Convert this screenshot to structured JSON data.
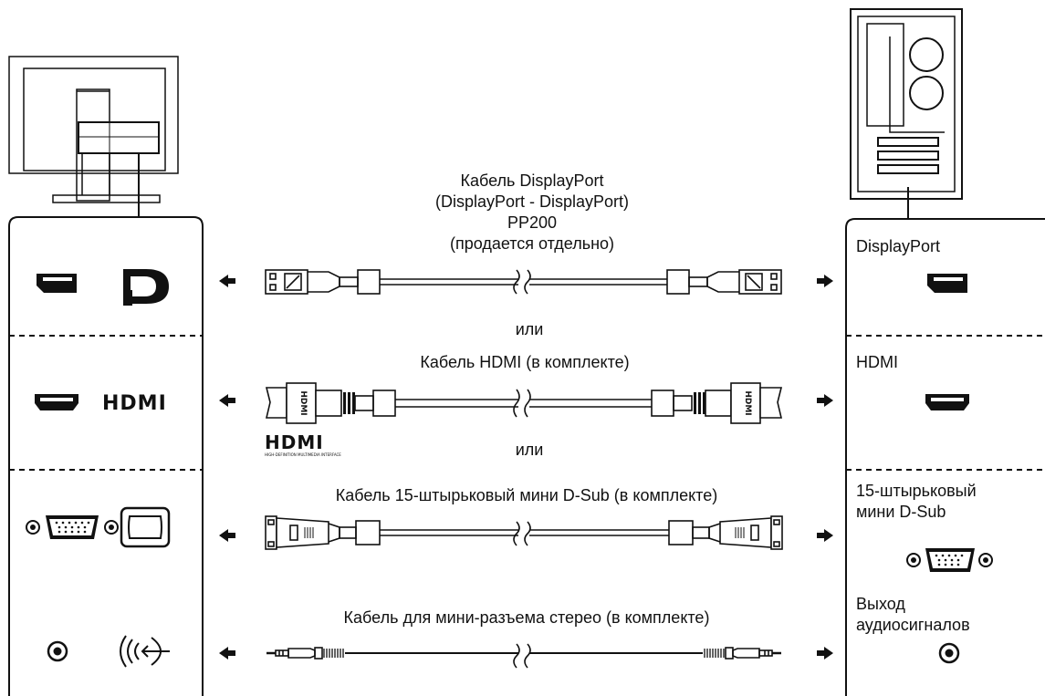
{
  "cables": {
    "displayport": {
      "lines": [
        "Кабель DisplayPort",
        "(DisplayPort - DisplayPort)",
        "PP200",
        "(продается отдельно)"
      ]
    },
    "or_1": "или",
    "hdmi": {
      "label": "Кабель HDMI (в комплекте)"
    },
    "or_2": "или",
    "dsub": {
      "label": "Кабель 15-штырьковый мини D-Sub (в комплекте)"
    },
    "audio": {
      "label": "Кабель для мини-разъема стерео (в комплекте)"
    }
  },
  "pc_ports": {
    "displayport": "DisplayPort",
    "hdmi": "HDMI",
    "dsub_line1": "15-штырьковый",
    "dsub_line2": "мини D-Sub",
    "audio_line1": "Выход",
    "audio_line2": "аудиосигналов"
  },
  "logos": {
    "hdmi_wordmark": "HDMI",
    "hdmi_tagline": "HIGH-DEFINITION MULTIMEDIA INTERFACE",
    "hdmi_plug_text": "HDMI"
  },
  "icons": [
    "displayport-port-icon",
    "displayport-logo-icon",
    "hdmi-port-icon",
    "hdmi-logo-icon",
    "dsub-port-icon",
    "dsub-symbol-icon",
    "audio-jack-icon",
    "audio-in-symbol-icon",
    "arrow-left-icon",
    "arrow-right-icon"
  ]
}
